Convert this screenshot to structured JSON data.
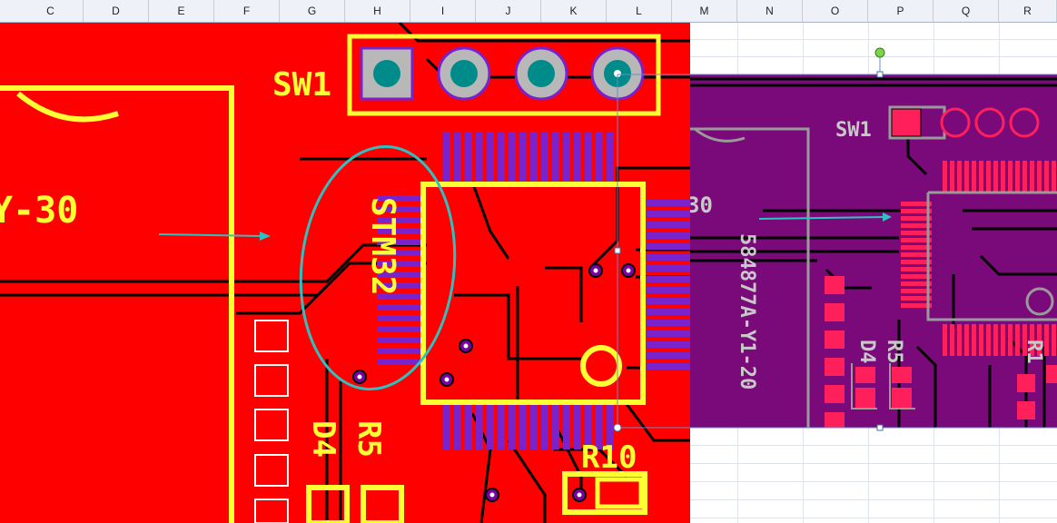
{
  "spreadsheet": {
    "columns": [
      "C",
      "D",
      "E",
      "F",
      "G",
      "H",
      "I",
      "J",
      "K",
      "L",
      "M",
      "N",
      "O",
      "P",
      "Q",
      "R"
    ]
  },
  "pcb_left": {
    "labels": {
      "switch": "SW1",
      "chip": "STM32",
      "partial_name": "Y-30",
      "diode": "D4",
      "resistor_a": "R5",
      "resistor_b": "R10"
    },
    "colors": {
      "copper": "#ff0000",
      "silkscreen": "#ffff33",
      "pad": "#8a2be2",
      "via": "#7a00aa",
      "trace": "#000000"
    }
  },
  "pcb_right": {
    "labels": {
      "switch": "SW1",
      "board_id": "584877A-Y1-20",
      "diode": "D4",
      "resistor": "R5",
      "resistor_partial": "R1",
      "partial_num": "30"
    },
    "colors": {
      "board": "#7a0a7a",
      "pad": "#ff1f5a",
      "silkscreen": "#bfbfbf"
    }
  }
}
